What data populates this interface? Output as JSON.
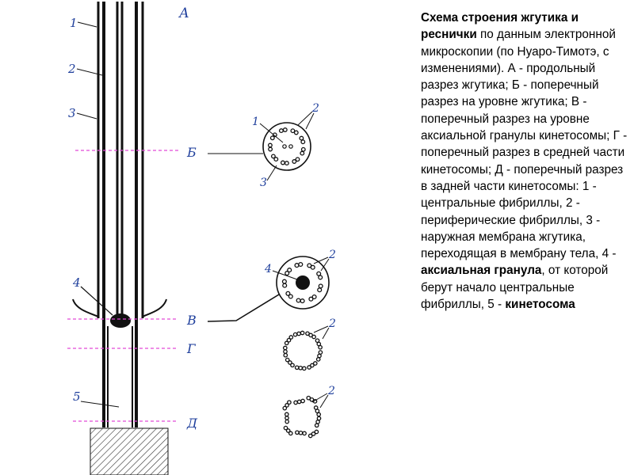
{
  "diagram": {
    "panel_labels": [
      "А",
      "Б",
      "В",
      "Г",
      "Д"
    ],
    "number_labels": [
      "1",
      "2",
      "3",
      "4",
      "5"
    ],
    "cross_section_labels": {
      "b": [
        "1",
        "2",
        "3"
      ],
      "v": [
        "4",
        "2"
      ],
      "g": [
        "2"
      ],
      "d": [
        "2"
      ]
    }
  },
  "caption": {
    "parts": [
      {
        "text": "Схема строения жгутика и реснички",
        "bold": true
      },
      {
        "text": " по данным электронной микроскопии (по Нуаро-Тимотэ, с изменениями). А - продольный разрез жгутика; Б - поперечный разрез на уровне жгутика; В - поперечный разрез на уровне аксиальной гранулы кинетосомы; Г - поперечный разрез в средней части кинетосомы; Д - поперечный разрез в задней части кинетосомы: 1 - центральные фибриллы, 2 - периферические фибриллы, 3 - наружная мембрана жгутика, переходящая в мембрану тела, 4 - ",
        "bold": false
      },
      {
        "text": "аксиальная гранула",
        "bold": true
      },
      {
        "text": ", от которой берут начало центральные фибриллы, 5 - ",
        "bold": false
      },
      {
        "text": "кинетосома",
        "bold": true
      }
    ]
  }
}
